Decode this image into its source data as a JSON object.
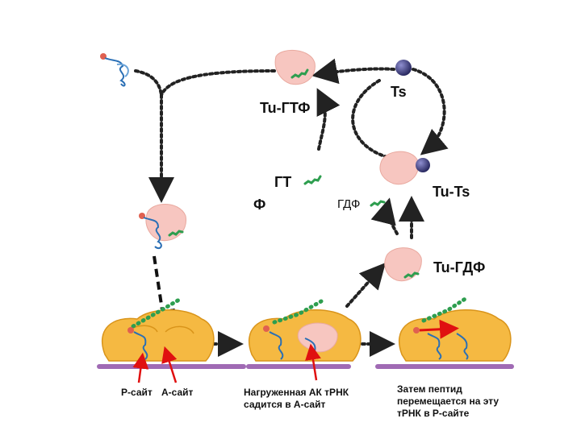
{
  "labels": {
    "tu_gtp": "Tu-ГТФ",
    "ts": "Ts",
    "tu_ts": "Tu-Ts",
    "gt": "ГТ",
    "f": "Ф",
    "gdf": "ГДФ",
    "tu_gdf": "Tu-ГДФ",
    "p_site": "Р-сайт",
    "a_site": "А-сайт"
  },
  "captions": {
    "loaded_trna": "Нагруженная АК тРНК садится в  А-сайт",
    "peptide_moves": "Затем пептид перемещается на эту тРНК в Р-сайте"
  },
  "colors": {
    "ribosome": "#f5b942",
    "ribosome_edge": "#d9941a",
    "ef_tu": "#f7c6c0",
    "ts_ball": "#3a3a7a",
    "trna": "#2a6fb5",
    "gtp_dots": "#2e9e4f",
    "mrna": "#a06ab4",
    "red_arrow": "#e01010"
  }
}
